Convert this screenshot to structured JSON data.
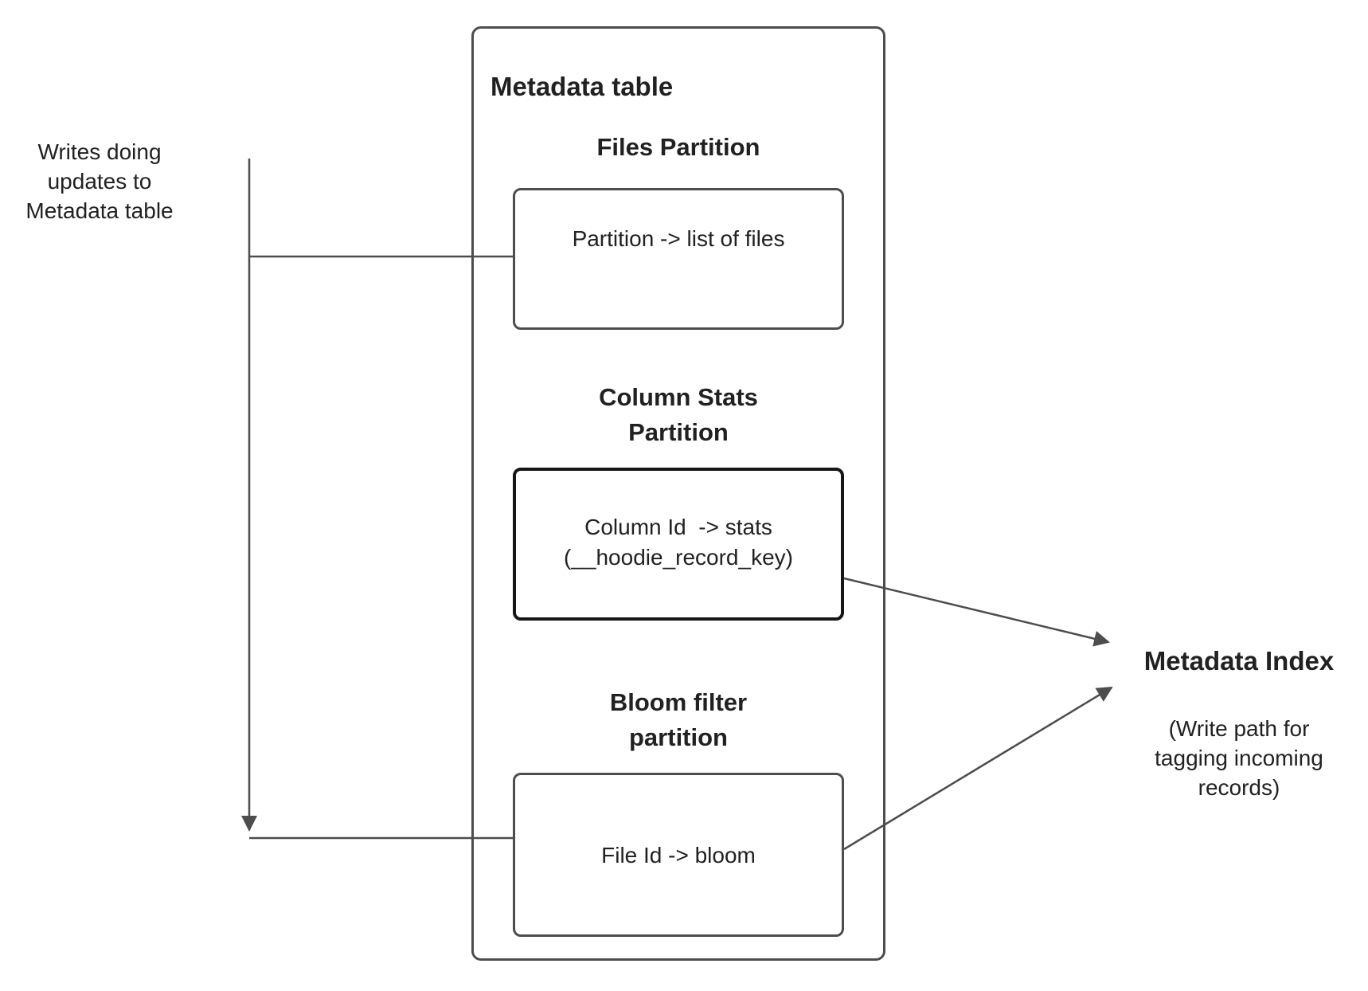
{
  "colors": {
    "line": "#4d4d4d",
    "box_border": "#4d4d4d",
    "emphasis_border": "#161616",
    "text": "#212121",
    "background": "#ffffff"
  },
  "left_note": {
    "text": "Writes doing\nupdates to\nMetadata table"
  },
  "metadata_table": {
    "title": "Metadata table",
    "files": {
      "heading": "Files Partition",
      "body": "Partition -> list of files"
    },
    "column_stats": {
      "heading": "Column Stats\nPartition",
      "body": "Column Id  -> stats\n(__hoodie_record_key)"
    },
    "bloom": {
      "heading": "Bloom filter\npartition",
      "body": "File Id -> bloom"
    }
  },
  "metadata_index": {
    "title": "Metadata Index",
    "subtitle": "(Write path for\ntagging incoming\nrecords)"
  }
}
